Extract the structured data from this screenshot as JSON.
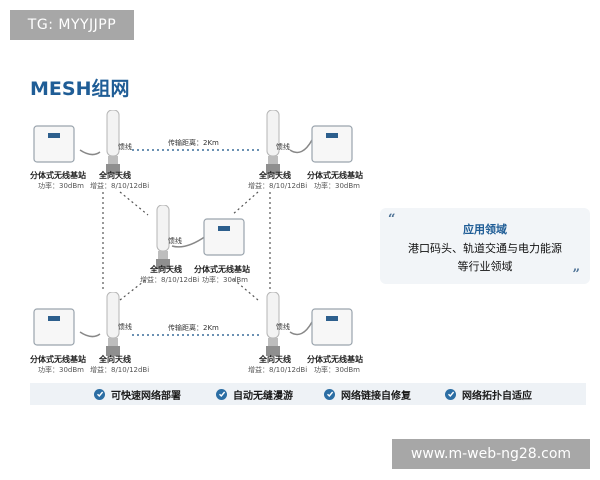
{
  "watermarks": {
    "top_left": "TG: MYYJJPP",
    "bottom_right": "www.m-web-ng28.com"
  },
  "title": "MESH组网",
  "labels": {
    "antenna_tag": "馈线",
    "distance": "传输距离：2Km",
    "station_name": "分体式无线基站",
    "station_power": "功率：30dBm",
    "antenna_name": "全向天线",
    "antenna_gain": "增益：8/10/12dBi"
  },
  "application": {
    "title": "应用领域",
    "line1": "港口码头、轨道交通与电力能源",
    "line2": "等行业领域"
  },
  "features": [
    "可快速网络部署",
    "自动无缝漫游",
    "网络链接自修复",
    "网络拓扑自适应"
  ],
  "colors": {
    "accent": "#1f5d96",
    "badge_bg": "#a7a7a7",
    "feature_bg": "#eef2f6",
    "card_bg": "#f2f5f8",
    "link_dots": "#3a6d9a"
  }
}
